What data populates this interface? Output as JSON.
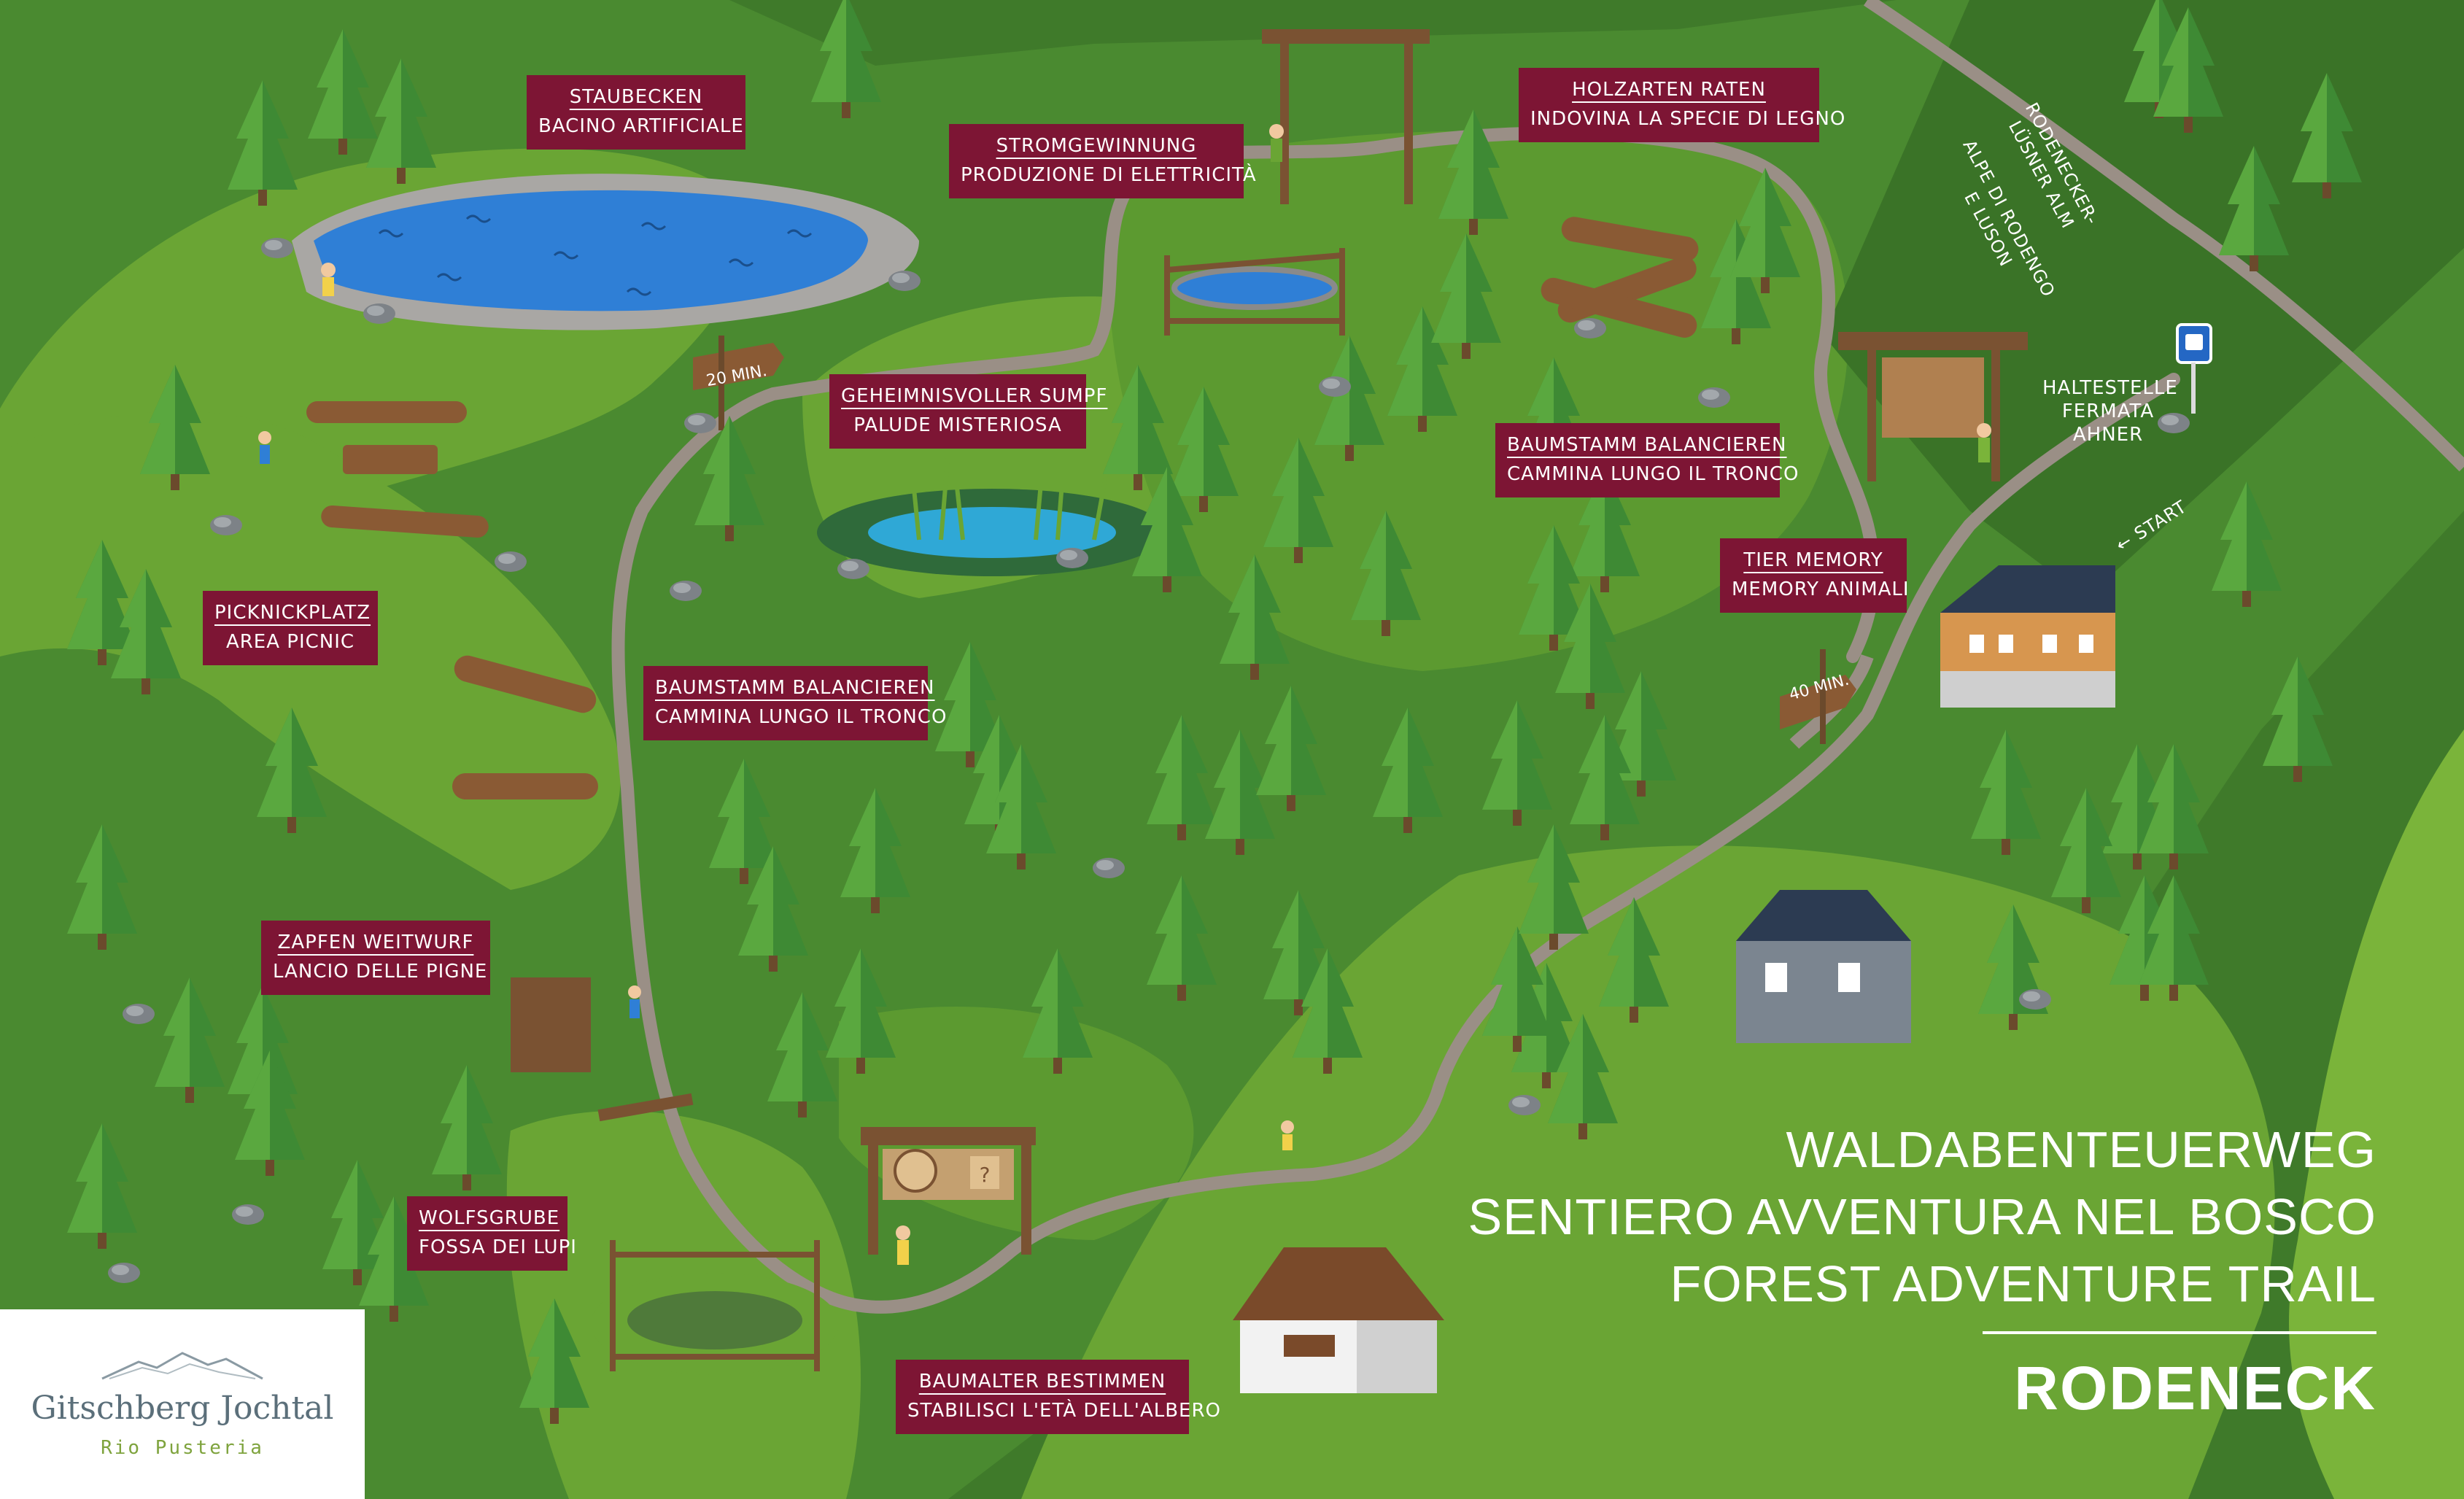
{
  "title": {
    "line1": "WALDABENTEUERWEG",
    "line2": "SENTIERO AVVENTURA NEL BOSCO",
    "line3": "FOREST ADVENTURE TRAIL",
    "place": "RODENECK"
  },
  "logo": {
    "name": "Gitschberg Jochtal",
    "sub": "Rio Pusteria"
  },
  "stations": [
    {
      "de": "STAUBECKEN",
      "it": "BACINO ARTIFICIALE"
    },
    {
      "de": "STROMGEWINNUNG",
      "it": "PRODUZIONE DI ELETTRICITÀ"
    },
    {
      "de": "HOLZARTEN RATEN",
      "it": "INDOVINA LA SPECIE DI LEGNO"
    },
    {
      "de": "GEHEIMNISVOLLER SUMPF",
      "it": "PALUDE MISTERIOSA"
    },
    {
      "de": "BAUMSTAMM BALANCIEREN",
      "it": "CAMMINA LUNGO IL TRONCO"
    },
    {
      "de": "PICKNICKPLATZ",
      "it": "AREA PICNIC"
    },
    {
      "de": "BAUMSTAMM BALANCIEREN",
      "it": "CAMMINA LUNGO IL TRONCO"
    },
    {
      "de": "TIER MEMORY",
      "it": "MEMORY ANIMALI"
    },
    {
      "de": "ZAPFEN WEITWURF",
      "it": "LANCIO DELLE PIGNE"
    },
    {
      "de": "WOLFSGRUBE",
      "it": "FOSSA DEI LUPI"
    },
    {
      "de": "BAUMALTER BESTIMMEN",
      "it": "STABILISCI L'ETÀ DELL'ALBERO"
    }
  ],
  "signs": {
    "min20": "20 MIN.",
    "min40": "40 MIN.",
    "start": "← START",
    "rodenecker1": "RODENECKER-",
    "rodenecker2": "LÜSNER ALM",
    "alpe1": "ALPE DI RODENGO",
    "alpe2": "E LUSON",
    "bus1": "HALTESTELLE",
    "bus2": "FERMATA",
    "bus3": "AHNER"
  },
  "colors": {
    "label_bg": "#7d1534",
    "dark_grass": "#3f7a2a",
    "light_grass": "#6aa534",
    "path": "#9a8f86",
    "water": "#2f7fd6"
  }
}
